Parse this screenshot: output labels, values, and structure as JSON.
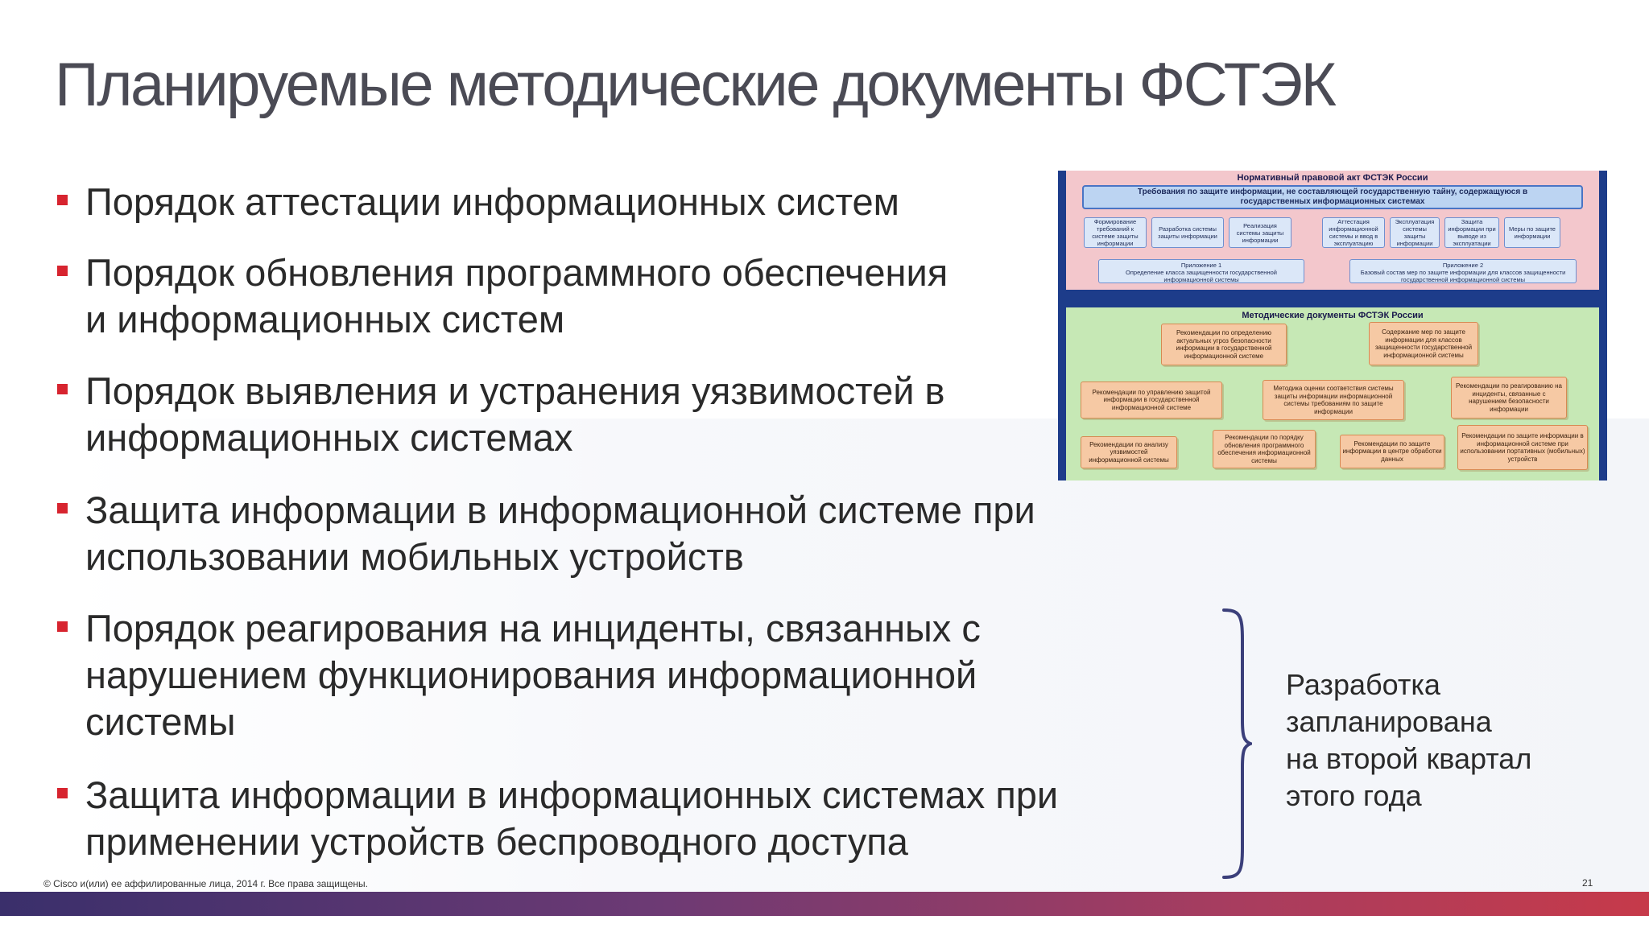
{
  "title": "Планируемые методические документы ФСТЭК",
  "bullets": [
    {
      "lines": [
        "Порядок аттестации информационных систем"
      ]
    },
    {
      "lines": [
        "Порядок обновления программного обеспечения",
        "и информационных систем"
      ]
    },
    {
      "lines": [
        "Порядок выявления и устранения уязвимостей в",
        "информационных системах"
      ]
    },
    {
      "lines": [
        "Защита информации в информационной системе при",
        "использовании мобильных устройств"
      ]
    },
    {
      "lines": [
        "Порядок реагирования на инциденты, связанных с",
        "нарушением функционирования информационной",
        "системы"
      ]
    },
    {
      "lines": [
        "Защита информации в информационных системах при",
        "применении устройств беспроводного доступа"
      ]
    }
  ],
  "scheme": {
    "top_title": "Нормативный правовой акт ФСТЭК России",
    "requirements": "Требования по защите информации, не составляющей государственную тайну, содержащуюся в государственных информационных системах",
    "boxes": [
      "Формирование требований к системе защиты информации",
      "Разработка системы защиты информации",
      "Реализация системы защиты информации",
      "Аттестация информационной системы и ввод в эксплуатацию",
      "Эксплуатация системы защиты информации",
      "Защита информации при выводе из эксплуатации",
      "Меры по защите информации"
    ],
    "app1": {
      "title": "Приложение 1",
      "text": "Определение класса защищенности государственной информационной системы"
    },
    "app2": {
      "title": "Приложение 2",
      "text": "Базовый состав мер по защите информации для классов защищенности государственной информационной системы"
    },
    "method_title": "Методические документы ФСТЭК России",
    "methods": [
      "Рекомендации по определению актуальных угроз безопасности информации в государственной информационной системе",
      "Содержание мер по защите информации для классов защищенности государственной информационной системы",
      "Рекомендации по управлению защитой информации в государственной информационной системе",
      "Методика оценки соответствия системы защиты информации информационной системы требованиям по защите информации",
      "Рекомендации по реагированию на инциденты, связанные с нарушением безопасности информации",
      "Рекомендации по анализу уязвимостей информационной системы",
      "Рекомендации по порядку обновления программного обеспечения информационной системы",
      "Рекомендации по защите информации в центре обработки данных",
      "Рекомендации по защите информации в информационной системе при использовании портативных (мобильных) устройств"
    ]
  },
  "note": {
    "lines": [
      "Разработка",
      "запланирована",
      "на второй квартал",
      "этого года"
    ]
  },
  "footer": "© Cisco и(или) ее аффилированные лица, 2014 г. Все права защищены.",
  "page_number": "21",
  "colors": {
    "bullet_marker": "#d7242f",
    "title": "#4b4b55",
    "brace": "#3b3f7a"
  }
}
